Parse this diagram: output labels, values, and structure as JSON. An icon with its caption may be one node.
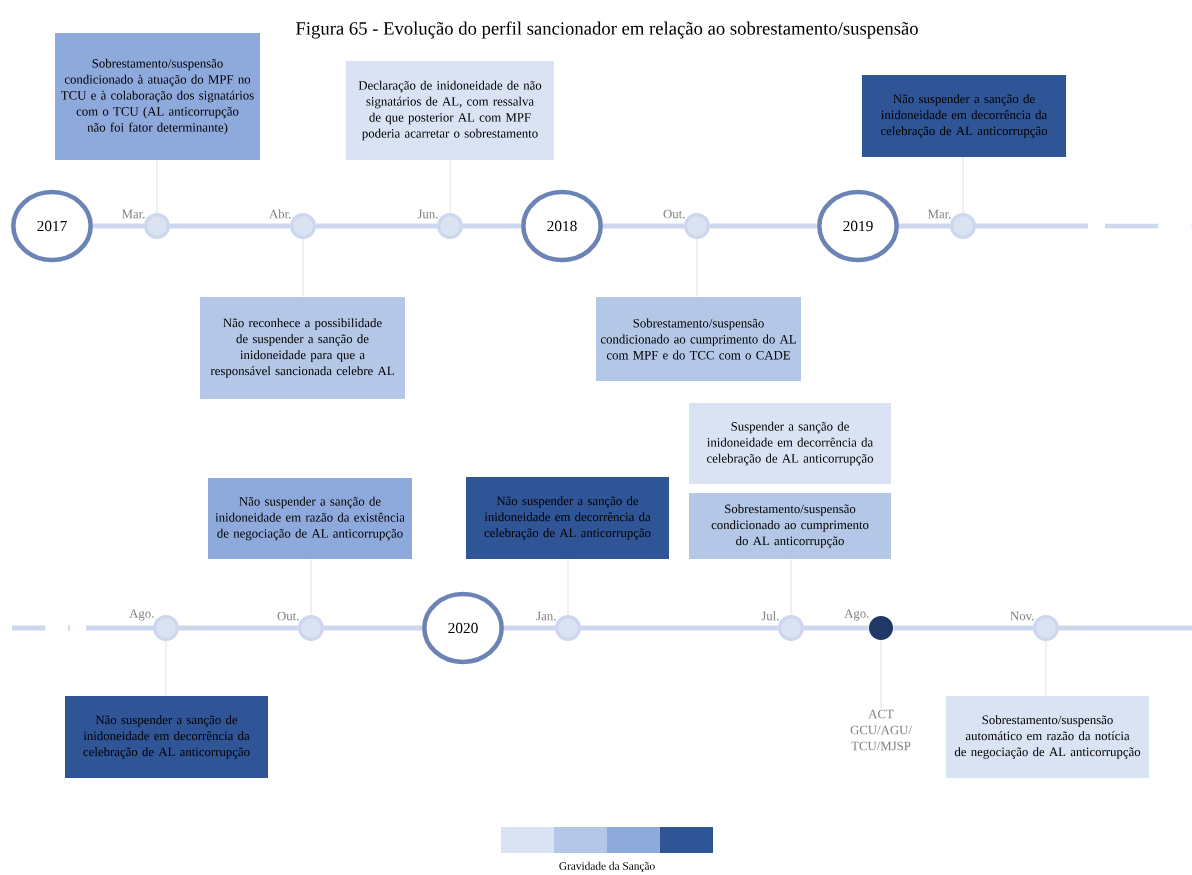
{
  "diagram": {
    "title": "Figura 65 - Evolução do perfil sancionador em relação ao sobrestamento/suspensão",
    "nodes": [
      {
        "text": [
          "2017"
        ]
      },
      {
        "text": [],
        "shape": "circle",
        "beside": [
          "Mar."
        ]
      },
      {
        "text": [],
        "shape": "circle",
        "beside": [
          "Abr."
        ]
      },
      {
        "text": [],
        "shape": "circle",
        "beside": [
          "Jun."
        ]
      },
      {
        "text": [
          "2018"
        ]
      },
      {
        "text": [],
        "shape": "circle",
        "beside": [
          "Out."
        ]
      },
      {
        "text": [
          "2019"
        ]
      },
      {
        "text": [],
        "shape": "circle",
        "beside": [
          "Mar."
        ]
      },
      {
        "text": [
          "Sobrestamento/suspensão condicionado à atuação do MPF no TCU e à colaboração dos signatários com o TCU (AL anticorrupção não foi fator determinante)"
        ]
      },
      {
        "text": [
          "Declaração de inidoneidade de não signatários de AL, com ressalva de que posterior AL com MPF poderia acarretar o sobrestamento"
        ]
      },
      {
        "text": [
          "Não suspender a sanção de inidoneidade em decorrência da celebração de AL anticorrupção"
        ]
      },
      {
        "text": [
          "Não reconhece a possibilidade de suspender a sanção de inidoneidade para que a responsável sancionada celebre AL"
        ]
      },
      {
        "text": [
          "Sobrestamento/suspensão condicionado ao cumprimento do AL com MPF e do TCC com o CADE"
        ]
      },
      {
        "text": [
          "Suspender a sanção de inidoneidade em decorrência da celebração de AL anticorrupção"
        ]
      },
      {
        "text": [
          "Sobrestamento/suspensão condicionado ao cumprimento do AL anticorrupção"
        ]
      },
      {
        "text": [
          "Não suspender a sanção de inidoneidade em razão da existência de negociação de AL anticorrupção"
        ]
      },
      {
        "text": [
          "Não suspender a sanção de inidoneidade em decorrência da celebração de AL anticorrupção"
        ]
      },
      {
        "text": [],
        "shape": "circle",
        "beside": [
          "Ago."
        ]
      },
      {
        "text": [],
        "shape": "circle",
        "beside": [
          "Out."
        ]
      },
      {
        "text": [
          "2020"
        ]
      },
      {
        "text": [],
        "shape": "circle",
        "beside": [
          "Jan."
        ]
      },
      {
        "text": [],
        "shape": "circle",
        "beside": [
          "Jul."
        ]
      },
      {
        "text": [],
        "shape": "circle",
        "beside": [
          "Ago."
        ]
      },
      {
        "text": [],
        "shape": "circle",
        "beside": [
          "Nov."
        ]
      },
      {
        "text": [
          "Não suspender a sanção de inidoneidade em decorrência da celebração de AL anticorrupção"
        ]
      },
      {
        "text": [
          "ACT GCU/AGU/ TCU/MJSP"
        ]
      },
      {
        "text": [
          "Sobrestamento/suspensão automático em razão da notícia de negociação de AL anticorrupção"
        ]
      }
    ],
    "edges": [
      {
        "from": 0,
        "to": 1,
        "arrow": "none"
      },
      {
        "from": 1,
        "to": 2,
        "arrow": "none"
      },
      {
        "from": 2,
        "to": 3,
        "arrow": "none"
      },
      {
        "from": 3,
        "to": 4,
        "arrow": "none"
      },
      {
        "from": 4,
        "to": 5,
        "arrow": "none"
      },
      {
        "from": 5,
        "to": 6,
        "arrow": "none"
      },
      {
        "from": 6,
        "to": 7,
        "arrow": "none"
      },
      {
        "from": 17,
        "to": 18,
        "arrow": "none"
      },
      {
        "from": 18,
        "to": 19,
        "arrow": "none"
      },
      {
        "from": 19,
        "to": 20,
        "arrow": "none"
      },
      {
        "from": 20,
        "to": 21,
        "arrow": "none"
      },
      {
        "from": 21,
        "to": 22,
        "arrow": "none"
      },
      {
        "from": 22,
        "to": 23,
        "arrow": "none"
      },
      {
        "from": 8,
        "to": 1,
        "arrow": "none",
        "color": "#d9d9d9"
      },
      {
        "from": 9,
        "to": 3,
        "arrow": "none",
        "color": "#d9d9d9"
      },
      {
        "from": 10,
        "to": 7,
        "arrow": "none",
        "color": "#d9d9d9"
      },
      {
        "from": 11,
        "to": 2,
        "arrow": "none",
        "color": "#d9d9d9"
      },
      {
        "from": 12,
        "to": 5,
        "arrow": "none",
        "color": "#d9d9d9"
      },
      {
        "from": 14,
        "to": 21,
        "arrow": "none",
        "color": "#d9d9d9"
      },
      {
        "from": 15,
        "to": 18,
        "arrow": "none",
        "color": "#d9d9d9"
      },
      {
        "from": 16,
        "to": 20,
        "arrow": "none",
        "color": "#d9d9d9"
      },
      {
        "from": 24,
        "to": 17,
        "arrow": "none",
        "color": "#d9d9d9"
      },
      {
        "from": 25,
        "to": 22,
        "arrow": "none",
        "color": "#d9d9d9"
      },
      {
        "from": 26,
        "to": 23,
        "arrow": "none",
        "color": "#d9d9d9"
      }
    ],
    "legend": [
      {
        "text": "Gravidade da Sanção"
      }
    ]
  }
}
